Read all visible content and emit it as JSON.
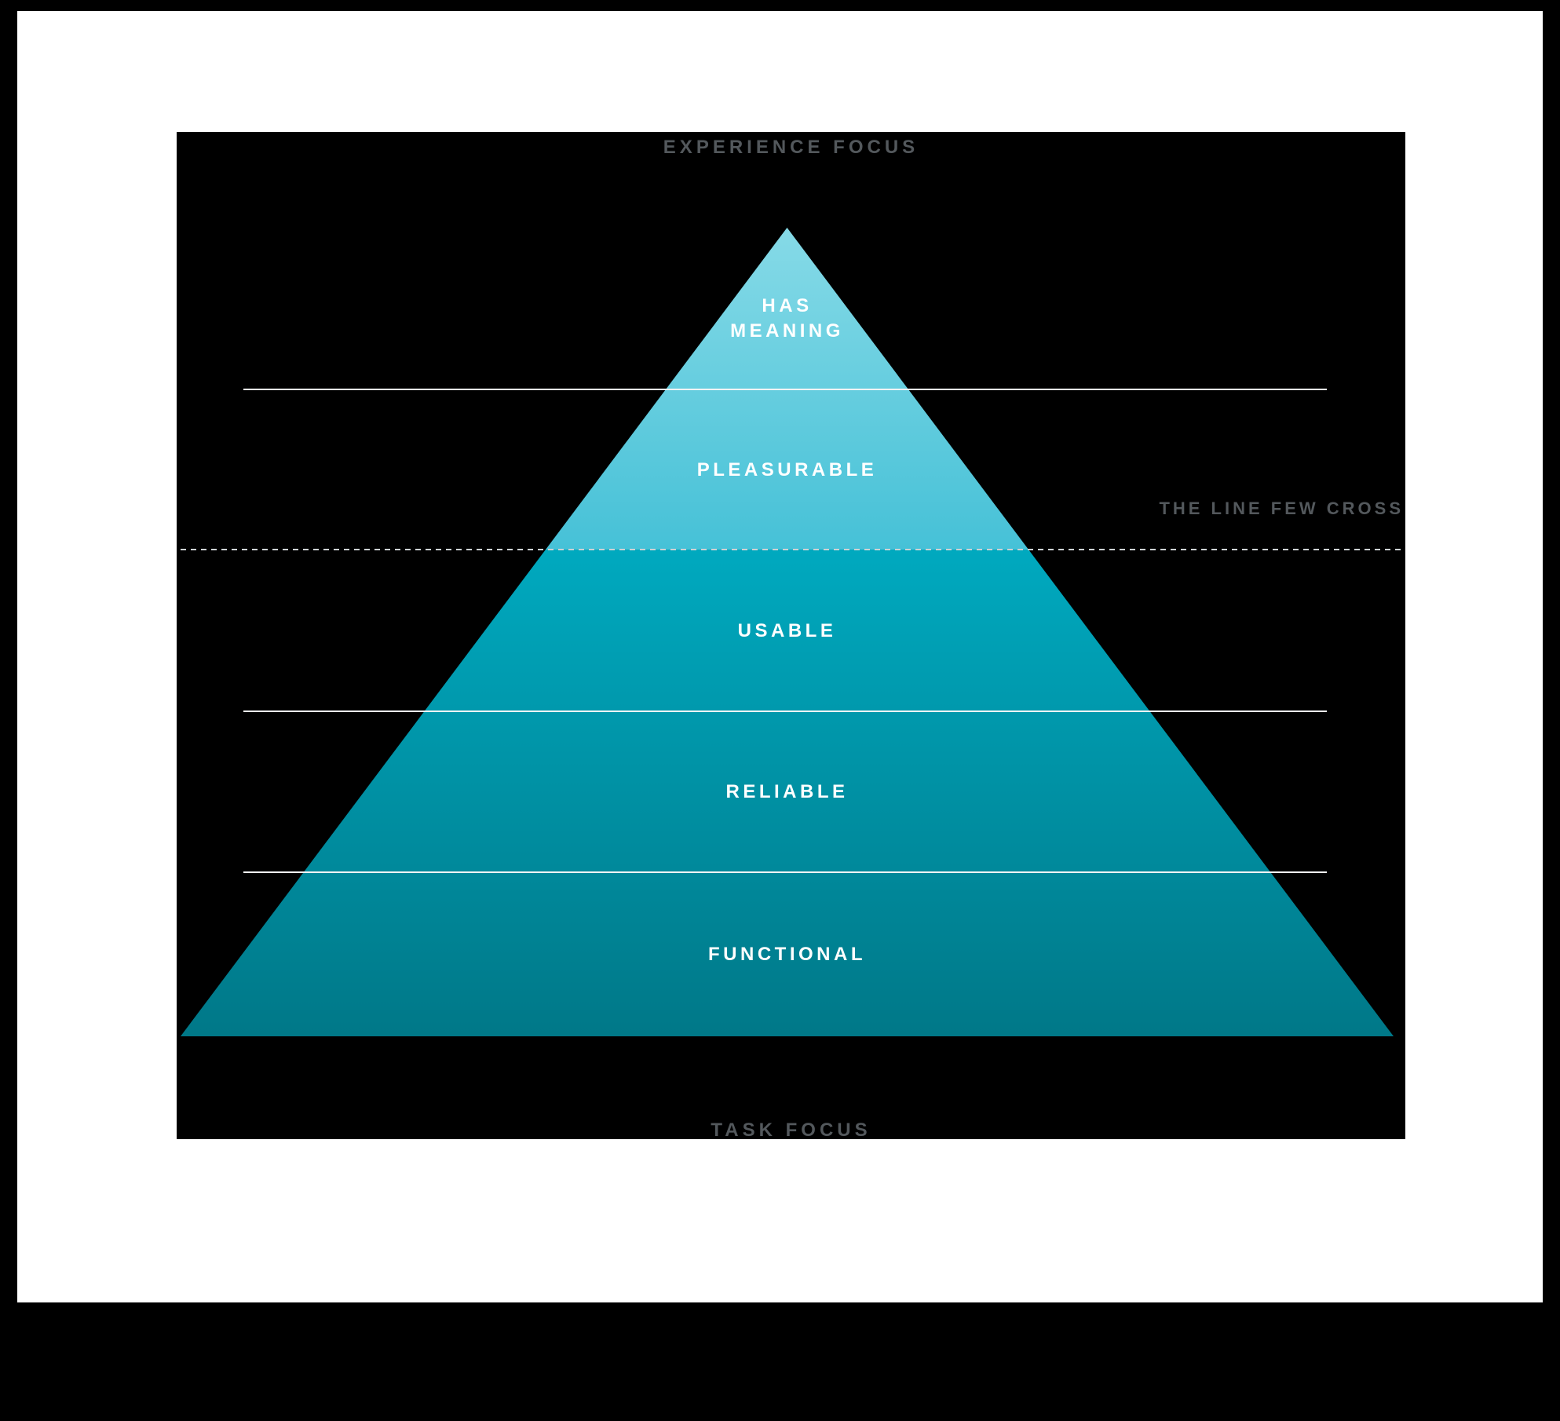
{
  "colors": {
    "background": "#000000",
    "frame": "#ffffff",
    "stage": "#000000",
    "gradient_top": "#86dae7",
    "gradient_upper_bottom": "#46c1d7",
    "gradient_lower_top": "#00a9bf",
    "gradient_bottom": "#007888",
    "separator_line": "#f2f4f5",
    "dashed_line": "#ced2d4",
    "label_gray": "#53585c",
    "label_white": "#ffffff"
  },
  "captions": {
    "top": "EXPERIENCE FOCUS",
    "bottom": "TASK FOCUS"
  },
  "annotations": {
    "threshold_label": "THE LINE FEW CROSS"
  },
  "pyramid": {
    "levels": [
      {
        "label": "HAS MEANING",
        "line1": "HAS",
        "line2": "MEANING"
      },
      {
        "label": "PLEASURABLE"
      },
      {
        "label": "USABLE"
      },
      {
        "label": "RELIABLE"
      },
      {
        "label": "FUNCTIONAL"
      }
    ]
  }
}
